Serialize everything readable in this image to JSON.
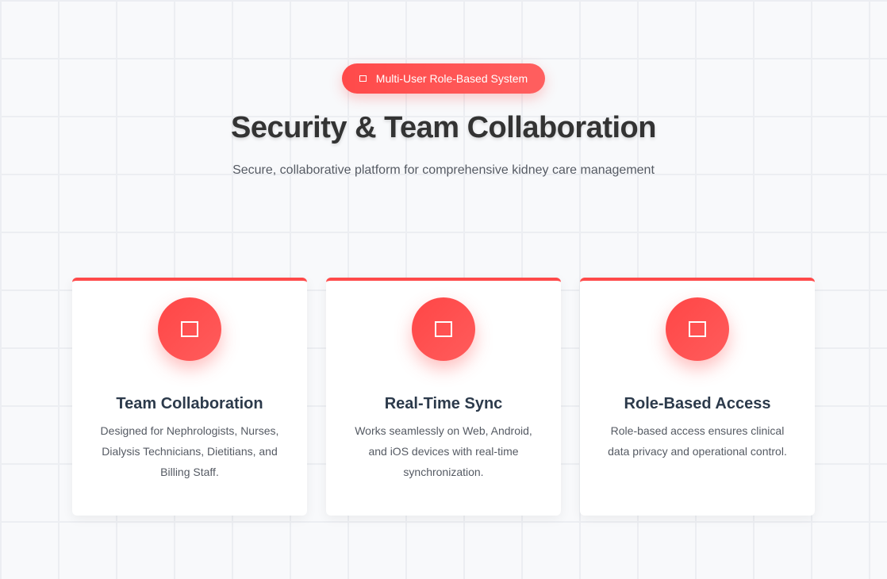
{
  "hero": {
    "badge_icon": "window-icon",
    "badge_label": "Multi-User Role-Based System",
    "title": "Security & Team Collaboration",
    "subtitle": "Secure, collaborative platform for comprehensive kidney care management"
  },
  "colors": {
    "accent": "#ff4a4a",
    "card_title": "#2c3a4b",
    "body_text": "#555a63",
    "background": "#f8f9fb"
  },
  "cards": [
    {
      "icon": "window-icon",
      "title": "Team Collaboration",
      "description": "Designed for Nephrologists, Nurses, Dialysis Technicians, Dietitians, and Billing Staff."
    },
    {
      "icon": "window-icon",
      "title": "Real-Time Sync",
      "description": "Works seamlessly on Web, Android, and iOS devices with real-time synchronization."
    },
    {
      "icon": "window-icon",
      "title": "Role-Based Access",
      "description": "Role-based access ensures clinical data privacy and operational control."
    }
  ]
}
